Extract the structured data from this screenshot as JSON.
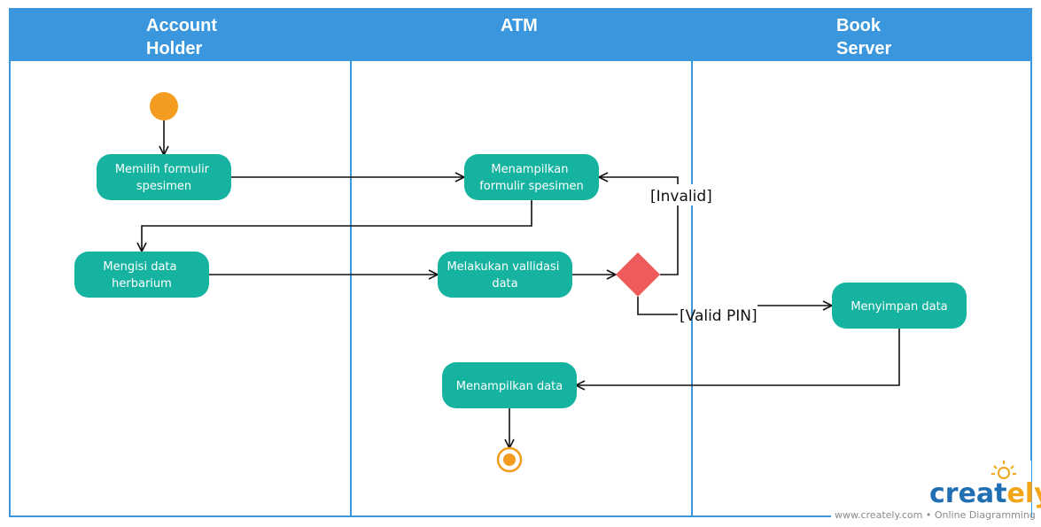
{
  "colors": {
    "header": "#3a97dd",
    "lane_border": "#3a97dd",
    "activity": "#16b3a0",
    "start": "#f39c1f",
    "decision": "#ef5b5b"
  },
  "lanes": [
    {
      "title_line1": "Account",
      "title_line2": "Holder"
    },
    {
      "title_line1": "ATM",
      "title_line2": ""
    },
    {
      "title_line1": "Book",
      "title_line2": "Server"
    }
  ],
  "activities": {
    "memilih": {
      "line1": "Memilih formulir",
      "line2": "spesimen"
    },
    "menampilkan_formulir": {
      "line1": "Menampilkan",
      "line2": "formulir spesimen"
    },
    "mengisi": {
      "line1": "Mengisi data",
      "line2": "herbarium"
    },
    "validasi": {
      "line1": "Melakukan vallidasi",
      "line2": "data"
    },
    "menyimpan": {
      "line1": "Menyimpan data",
      "line2": ""
    },
    "menampilkan_data": {
      "line1": "Menampilkan data",
      "line2": ""
    }
  },
  "guards": {
    "invalid": "[Invalid]",
    "valid": "[Valid PIN]"
  },
  "branding": {
    "logo_main": "creat",
    "logo_accent": "ely",
    "tagline": "www.creately.com • Online Diagramming"
  }
}
